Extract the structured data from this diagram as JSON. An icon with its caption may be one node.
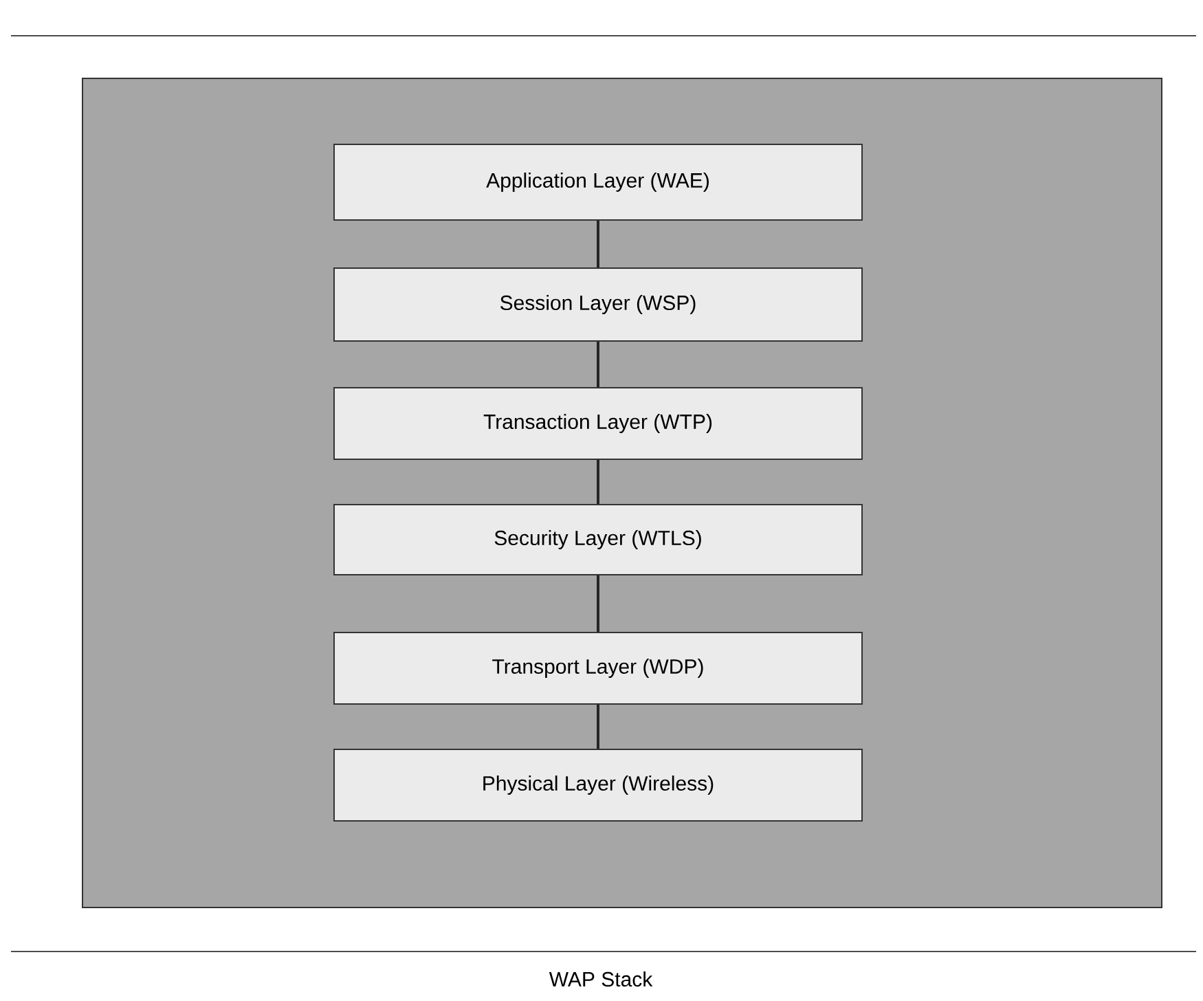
{
  "diagram": {
    "caption": "WAP Stack",
    "nodes": [
      {
        "text": [
          "Application Layer (WAE)"
        ]
      },
      {
        "text": [
          "Session Layer (WSP)"
        ]
      },
      {
        "text": [
          "Transaction Layer (WTP)"
        ]
      },
      {
        "text": [
          "Security Layer (WTLS)"
        ]
      },
      {
        "text": [
          "Transport Layer (WDP)"
        ]
      },
      {
        "text": [
          "Physical Layer (Wireless)"
        ]
      }
    ],
    "edges": [
      {
        "from": 0,
        "to": 1,
        "arrow": "none"
      },
      {
        "from": 1,
        "to": 2,
        "arrow": "none"
      },
      {
        "from": 2,
        "to": 3,
        "arrow": "none"
      },
      {
        "from": 3,
        "to": 4,
        "arrow": "none"
      },
      {
        "from": 4,
        "to": 5,
        "arrow": "none"
      }
    ]
  }
}
